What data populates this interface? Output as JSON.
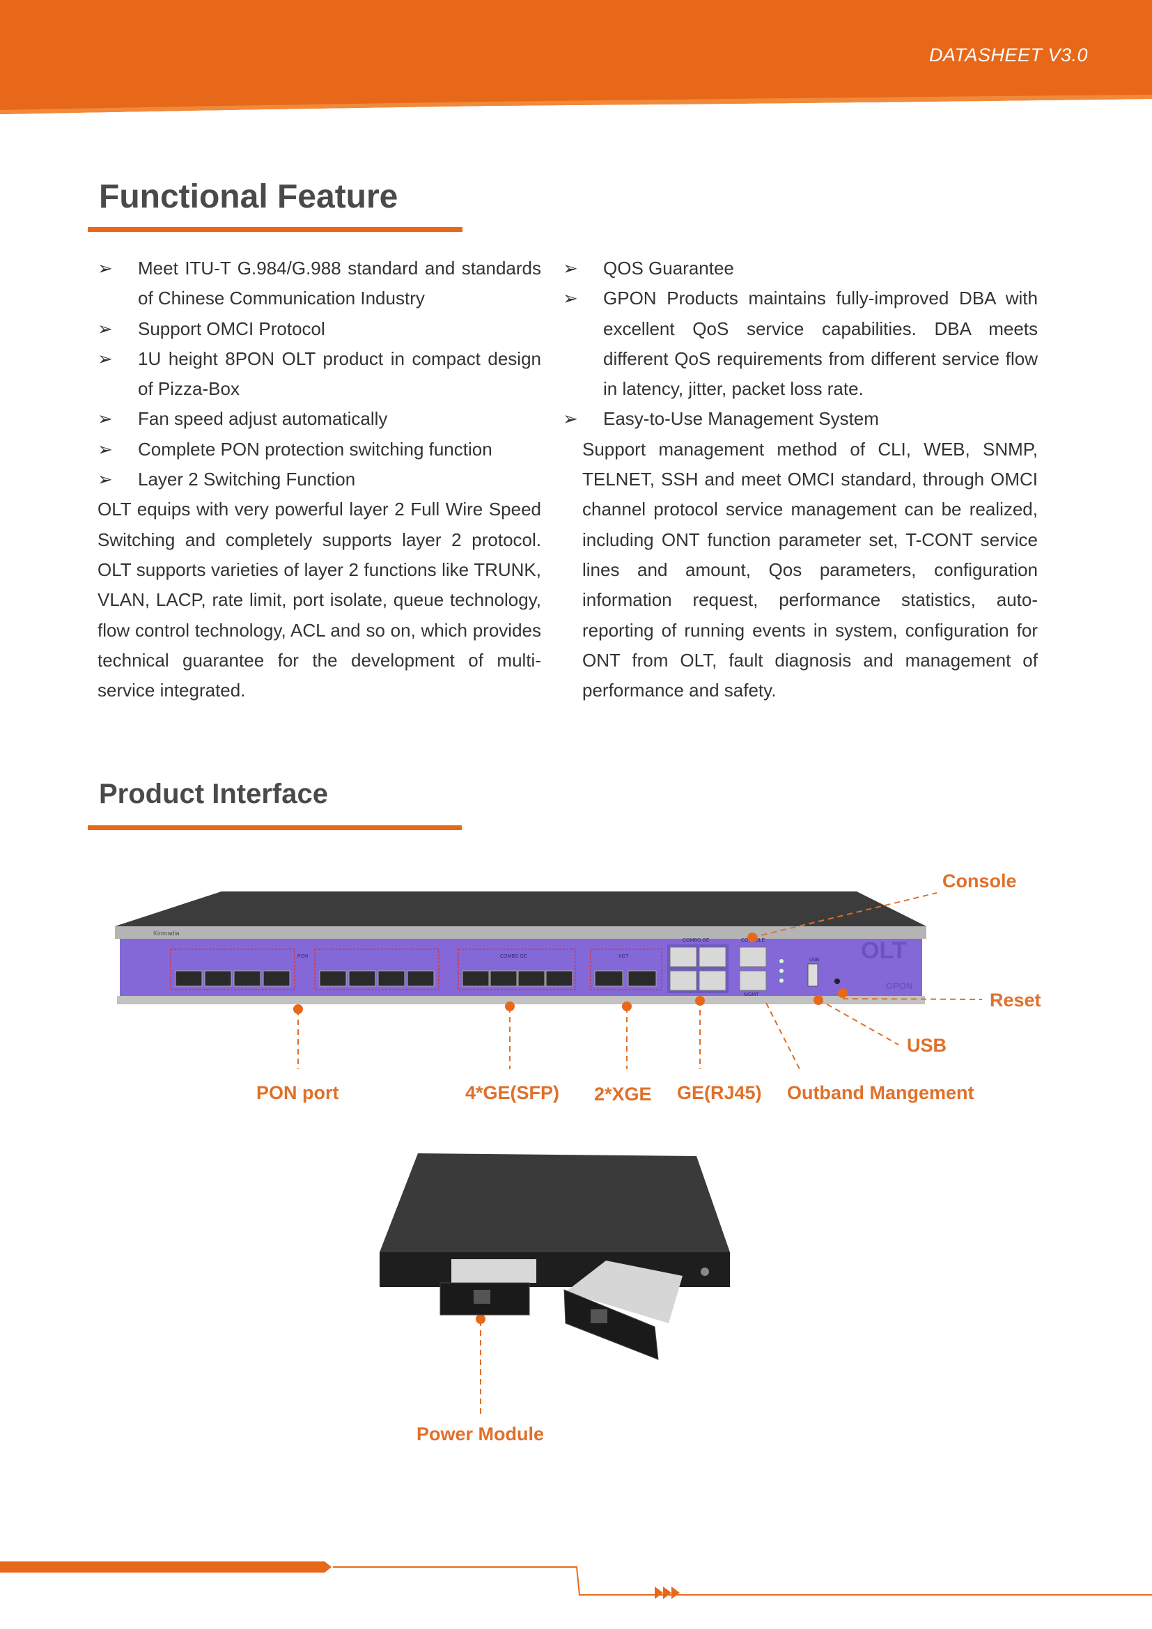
{
  "header": {
    "label": "DATASHEET V3.0"
  },
  "functional": {
    "title": "Functional Feature",
    "left_bullets": [
      "Meet ITU-T G.984/G.988 standard and standards of Chinese Communication Industry",
      "Support OMCI Protocol",
      "1U height 8PON OLT product in compact design of Pizza-Box",
      "Fan speed adjust automatically",
      "Complete PON protection switching function",
      "Layer 2 Switching Function"
    ],
    "left_paragraph": "OLT equips with very powerful layer 2 Full Wire Speed Switching and completely supports layer 2 protocol. OLT supports varieties of layer 2 functions like TRUNK, VLAN, LACP, rate limit, port isolate, queue technology, flow control technology, ACL and so on, which provides technical guarantee for the development of multi-service integrated.",
    "right_bullets": [
      "QOS Guarantee",
      "GPON Products maintains fully-improved DBA with excellent QoS service capabilities. DBA meets different QoS requirements from different service flow in latency, jitter, packet loss rate.",
      "Easy-to-Use Management System"
    ],
    "right_paragraph": "Support management method of CLI, WEB, SNMP, TELNET, SSH and meet OMCI standard, through OMCI channel protocol service management can be realized, including ONT function parameter set, T-CONT service lines and amount, Qos parameters, configuration information request, performance statistics, auto-reporting of running events in system, configuration for ONT from OLT, fault diagnosis and management of performance and safety."
  },
  "interface": {
    "title": "Product Interface",
    "labels": {
      "console": "Console",
      "reset": "Reset",
      "usb": "USB",
      "pon_port": "PON port",
      "ge_sfp": "4*GE(SFP)",
      "xge": "2*XGE",
      "ge_rj45": "GE(RJ45)",
      "outband": "Outband Mangement",
      "power_module": "Power Module"
    },
    "device": {
      "brand": "Kinmadia",
      "olt": "OLT",
      "gpon": "GPON",
      "pon_group": "PON",
      "combo_group": "COMBO GE",
      "xgt_group": "XGT",
      "combo_rj_group": "COMBO GE",
      "console_group": "CONSOLE",
      "mgmt": "MGMT",
      "usb": "USB"
    }
  },
  "colors": {
    "accent": "#e8681a",
    "panel": "#8468d8"
  }
}
